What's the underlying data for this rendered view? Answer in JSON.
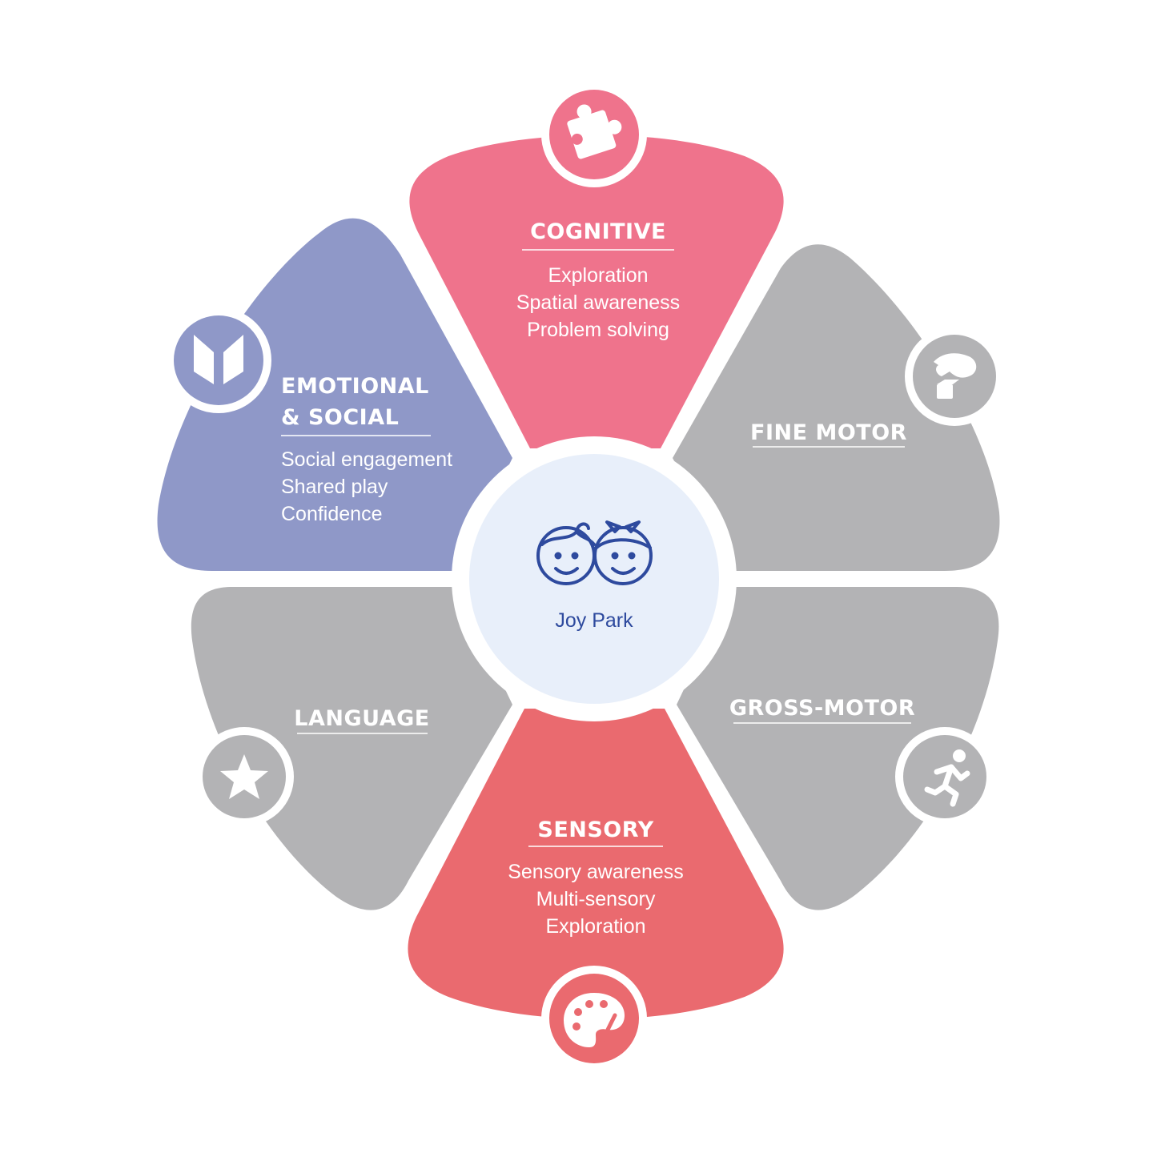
{
  "center": {
    "label": "Joy Park",
    "icon": "kids-faces-icon"
  },
  "colors": {
    "cognitive": "#ef738c",
    "emotional": "#8f98c8",
    "sensory": "#ea6a6f",
    "grey": "#b3b3b5",
    "center_fill": "#e8effa",
    "center_text": "#2e4a9e"
  },
  "segments": {
    "cognitive": {
      "title": "COGNITIVE",
      "items": [
        "Exploration",
        "Spatial awareness",
        "Problem solving"
      ],
      "icon": "puzzle-icon"
    },
    "emotional_social": {
      "title_line1": "EMOTIONAL",
      "title_line2": "& SOCIAL",
      "items": [
        "Social engagement",
        "Shared play",
        "Confidence"
      ],
      "icon": "book-icon"
    },
    "fine_motor": {
      "title": "FINE MOTOR",
      "icon": "hand-block-icon"
    },
    "gross_motor": {
      "title": "GROSS-MOTOR",
      "icon": "running-person-icon"
    },
    "language": {
      "title": "LANGUAGE",
      "icon": "star-icon"
    },
    "sensory": {
      "title": "SENSORY",
      "items": [
        "Sensory awareness",
        "Multi-sensory",
        "Exploration"
      ],
      "icon": "palette-icon"
    }
  }
}
